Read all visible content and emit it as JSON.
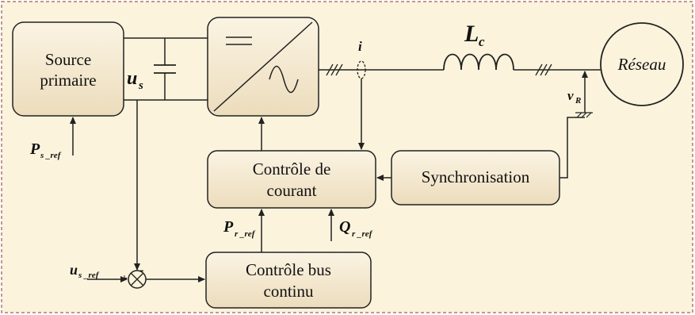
{
  "colors": {
    "frame_border": "#b07a6c",
    "panel_fill": "#fbf3dc",
    "block_fill": "#f6ecd6",
    "stroke": "#222222"
  },
  "blocks": {
    "source": {
      "line1": "Source",
      "line2": "primaire"
    },
    "courant": {
      "line1": "Contrôle de",
      "line2": "courant"
    },
    "sync": {
      "label": "Synchronisation"
    },
    "bus": {
      "line1": "Contrôle bus",
      "line2": "continu"
    },
    "reseau": {
      "label": "Réseau"
    }
  },
  "symbols": {
    "us_main": "u",
    "us_main_sub": "s",
    "ps_ref_main": "P",
    "ps_ref_sub": "s _ref",
    "pr_ref_main": "P",
    "pr_ref_sub": "r _ref",
    "qr_ref_main": "Q",
    "qr_ref_sub": "r _ref",
    "usref_main": "u",
    "usref_sub": "s _ref",
    "current_i": "i",
    "lc_main": "L",
    "lc_sub": "c",
    "vr_main": "v",
    "vr_sub": "R",
    "sum_plus": "+",
    "sum_minus": "-"
  }
}
